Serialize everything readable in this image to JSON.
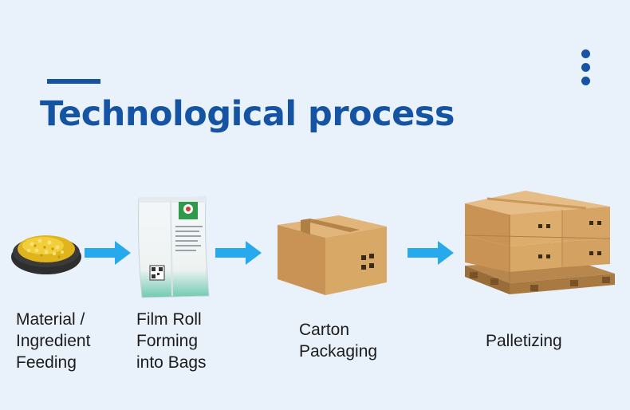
{
  "title": "Technological process",
  "steps": [
    {
      "label": "Material /\nIngredient\nFeeding",
      "icon": "bowl-of-granules-icon"
    },
    {
      "label": "Film Roll\nForming\ninto Bags",
      "icon": "packaging-bag-icon"
    },
    {
      "label": "Carton\nPackaging",
      "icon": "cardboard-box-icon"
    },
    {
      "label": "Palletizing",
      "icon": "pallet-of-boxes-icon"
    }
  ],
  "colors": {
    "accent": "#1553a3",
    "arrow": "#27a9ee",
    "carton": "#d4a56a",
    "background": "#e9f1fa"
  }
}
